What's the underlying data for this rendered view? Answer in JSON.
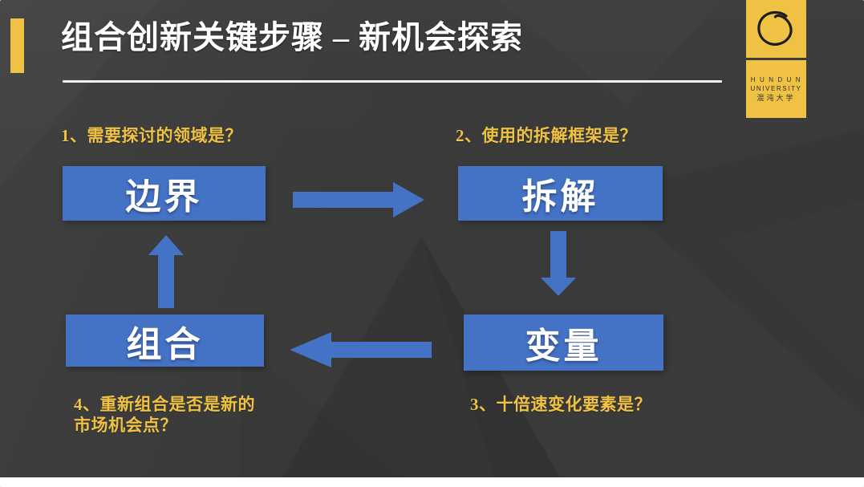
{
  "slide": {
    "title": "组合创新关键步骤 – 新机会探索",
    "background_color": "#3a3a3a",
    "accent_color": "#f0c244",
    "node_color": "#4472c4",
    "title_color": "#ffffff"
  },
  "logo": {
    "mark": "enso-circle-icon",
    "line_en_1": "H U N D U N",
    "line_en_2": "UNIVERSITY",
    "line_cn": "混沌大学"
  },
  "questions": [
    {
      "id": "q1",
      "text": "1、需要探讨的领域是？"
    },
    {
      "id": "q2",
      "text": "2、使用的拆解框架是？"
    },
    {
      "id": "q3",
      "text": "3、十倍速变化要素是？"
    },
    {
      "id": "q4",
      "text": "4、重新组合是否是新的\n市场机会点？"
    }
  ],
  "nodes": [
    {
      "id": "boundary",
      "label": "边界"
    },
    {
      "id": "decompose",
      "label": "拆解"
    },
    {
      "id": "variable",
      "label": "变量"
    },
    {
      "id": "combine",
      "label": "组合"
    }
  ],
  "arrows": [
    {
      "id": "boundary-to-decompose",
      "direction": "right",
      "icon": "arrow-right-icon"
    },
    {
      "id": "decompose-to-variable",
      "direction": "down",
      "icon": "arrow-down-icon"
    },
    {
      "id": "variable-to-combine",
      "direction": "left",
      "icon": "arrow-left-icon"
    },
    {
      "id": "combine-to-boundary",
      "direction": "up",
      "icon": "arrow-up-icon"
    }
  ]
}
